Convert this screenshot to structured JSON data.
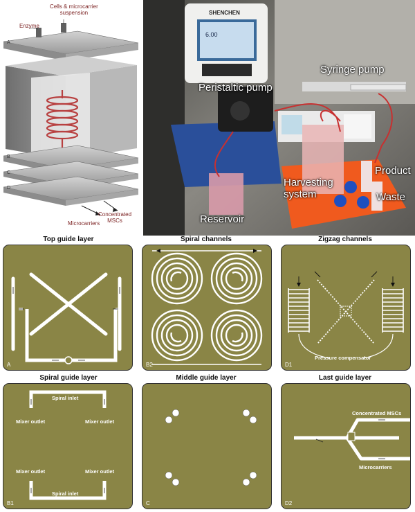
{
  "cad": {
    "enzyme": "Enzyme",
    "cells_line1": "Cells & microcarrier",
    "cells_line2": "suspension",
    "microcarriers": "Microcarriers",
    "concentrated_line1": "Concentrated",
    "concentrated_line2": "MSCs",
    "layer_a": "A",
    "layer_b": "B",
    "layer_c": "C",
    "layer_d": "D"
  },
  "photo": {
    "brand": "SHENCHEN",
    "display_value": "6.00",
    "syringe_pump": "Syringe pump",
    "peristaltic_pump": "Peristaltic pump",
    "product": "Product",
    "harvesting_line1": "Harvesting",
    "harvesting_line2": "system",
    "waste": "Waste",
    "reservoir": "Reservoir"
  },
  "panels": {
    "top_guide": {
      "title": "Top guide layer",
      "corner": "A"
    },
    "spiral_channels": {
      "title": "Spiral channels",
      "corner": "B2"
    },
    "zigzag_channels": {
      "title": "Zigzag channels",
      "corner": "D1",
      "pressure": "Pressure compensator"
    },
    "spiral_guide": {
      "title": "Spiral guide layer",
      "corner": "B1",
      "spiral_inlet": "Spiral inlet",
      "mixer_outlet": "Mixer outlet"
    },
    "middle_guide": {
      "title": "Middle guide layer",
      "corner": "C"
    },
    "last_guide": {
      "title": "Last guide layer",
      "corner": "D2",
      "concentrated": "Concentrated MSCs",
      "microcarriers": "Microcarriers"
    }
  },
  "colors": {
    "panel_bg": "#8a8546",
    "channel": "#ffffff",
    "cad_label": "#7a1f1f",
    "tubing": "#c83030"
  }
}
